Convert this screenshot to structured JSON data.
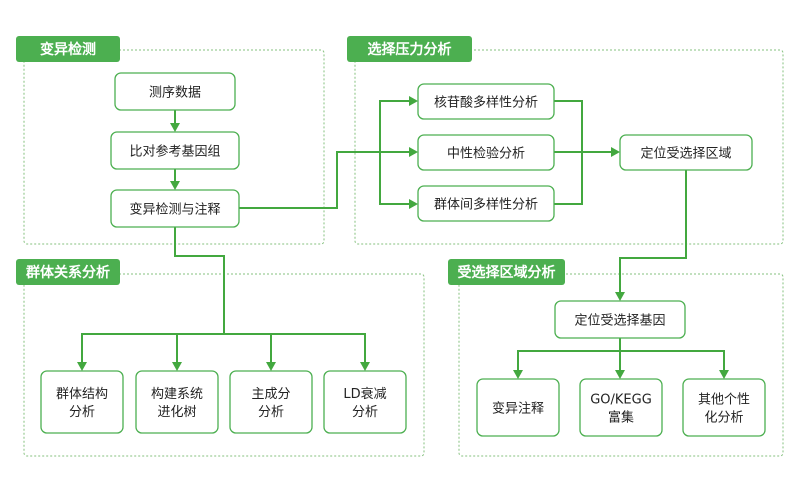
{
  "colors": {
    "accent": "#4caf50",
    "edge": "#43a83f",
    "region_border": "#86c17f",
    "node_text": "#222222"
  },
  "groups": [
    {
      "id": "variant",
      "label": "变异检测"
    },
    {
      "id": "selection",
      "label": "选择压力分析"
    },
    {
      "id": "population",
      "label": "群体关系分析"
    },
    {
      "id": "region",
      "label": "受选择区域分析"
    }
  ],
  "nodes": [
    {
      "id": "seq",
      "lines": [
        "测序数据"
      ]
    },
    {
      "id": "align",
      "lines": [
        "比对参考基因组"
      ]
    },
    {
      "id": "call",
      "lines": [
        "变异检测与注释"
      ]
    },
    {
      "id": "nucdiv",
      "lines": [
        "核苷酸多样性分析"
      ]
    },
    {
      "id": "neutral",
      "lines": [
        "中性检验分析"
      ]
    },
    {
      "id": "popdiv",
      "lines": [
        "群体间多样性分析"
      ]
    },
    {
      "id": "locate_region",
      "lines": [
        "定位受选择区域"
      ]
    },
    {
      "id": "structure",
      "lines": [
        "群体结构",
        "分析"
      ]
    },
    {
      "id": "phylo",
      "lines": [
        "构建系统",
        "进化树"
      ]
    },
    {
      "id": "pca",
      "lines": [
        "主成分",
        "分析"
      ]
    },
    {
      "id": "ld",
      "lines": [
        "LD衰减",
        "分析"
      ]
    },
    {
      "id": "locate_gene",
      "lines": [
        "定位受选择基因"
      ]
    },
    {
      "id": "annot",
      "lines": [
        "变异注释"
      ]
    },
    {
      "id": "gokegg",
      "lines": [
        "GO/KEGG",
        "富集"
      ]
    },
    {
      "id": "other",
      "lines": [
        "其他个性",
        "化分析"
      ]
    }
  ],
  "edges": [
    {
      "from": "seq",
      "to": "align"
    },
    {
      "from": "align",
      "to": "call"
    },
    {
      "from": "call",
      "to": "neutral"
    },
    {
      "from": "neutral",
      "to": "nucdiv"
    },
    {
      "from": "neutral",
      "to": "popdiv"
    },
    {
      "from": "nucdiv",
      "to": "locate_region"
    },
    {
      "from": "neutral",
      "to": "locate_region"
    },
    {
      "from": "popdiv",
      "to": "locate_region"
    },
    {
      "from": "call",
      "to": "structure"
    },
    {
      "from": "call",
      "to": "phylo"
    },
    {
      "from": "call",
      "to": "pca"
    },
    {
      "from": "call",
      "to": "ld"
    },
    {
      "from": "locate_region",
      "to": "locate_gene"
    },
    {
      "from": "locate_gene",
      "to": "annot"
    },
    {
      "from": "locate_gene",
      "to": "gokegg"
    },
    {
      "from": "locate_gene",
      "to": "other"
    }
  ]
}
